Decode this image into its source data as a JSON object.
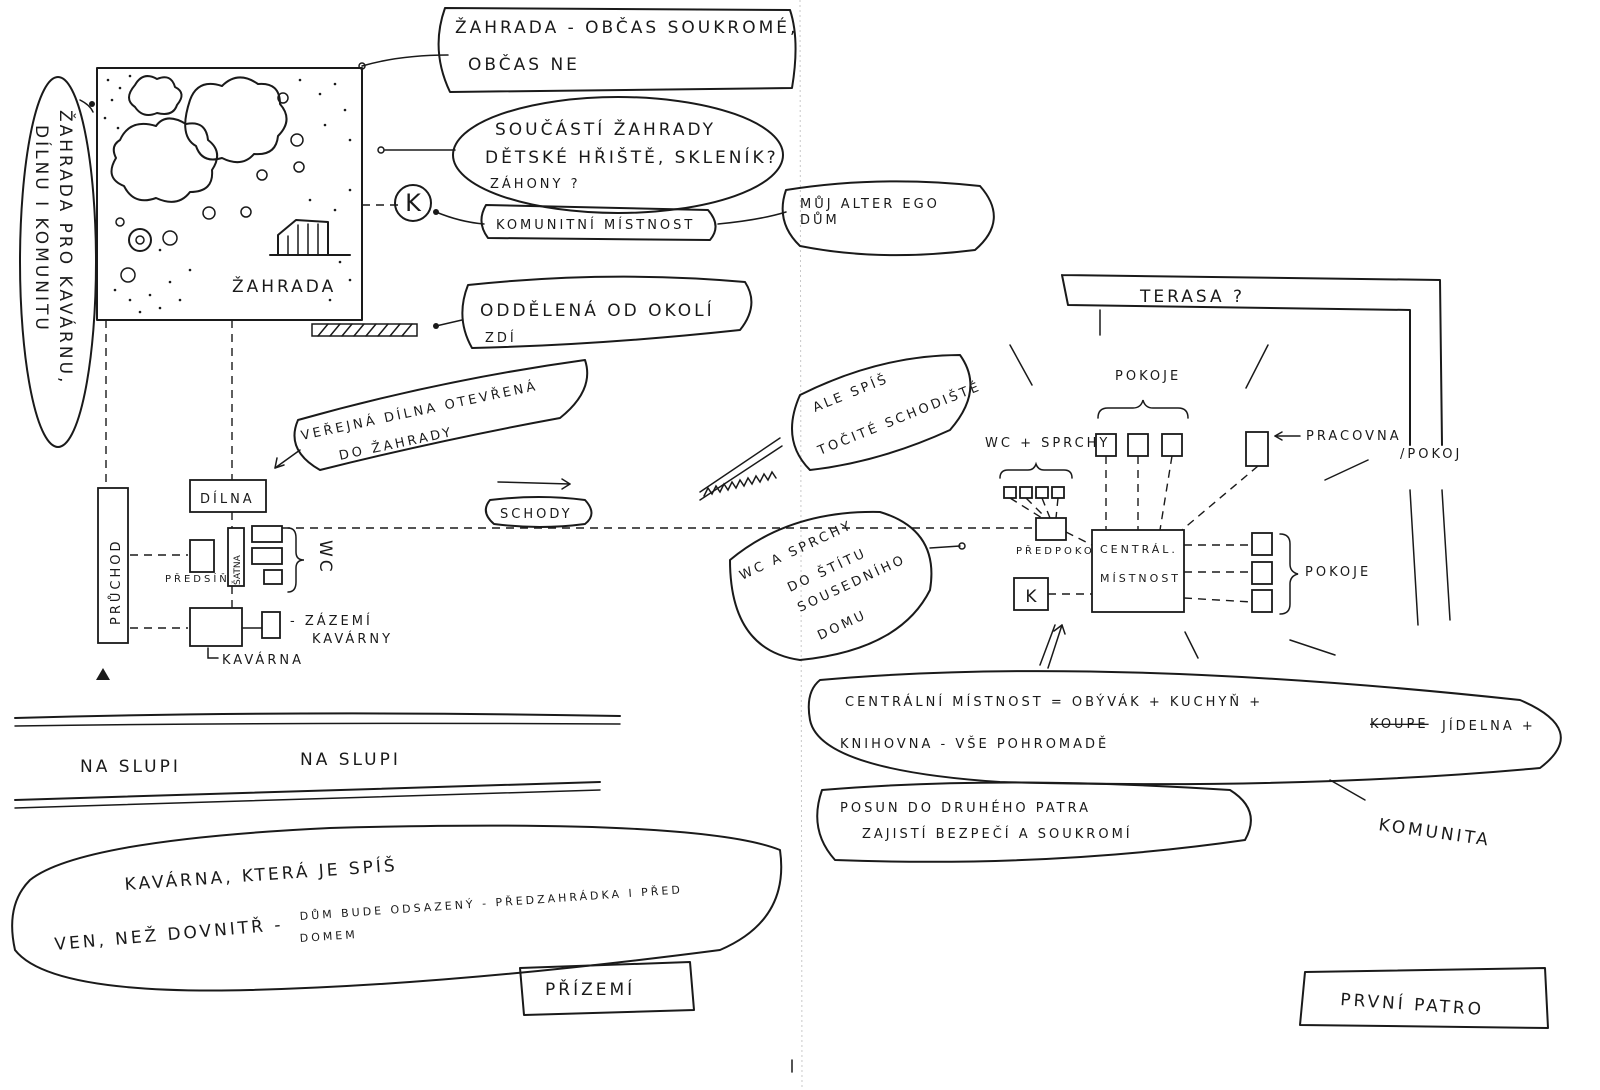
{
  "ground_floor": {
    "sheet_label": "PŘÍZEMÍ",
    "garden": {
      "label": "ŽAHRADA",
      "note": {
        "line1": "ŽAHRADA - OBČAS SOUKROMÉ,",
        "line2": "OBČAS NE"
      },
      "parts_note": {
        "line1": "SOUČÁSTÍ ŽAHRADY",
        "line2": "DĚTSKÉ HŘIŠTĚ, SKLENÍK?",
        "line3": "ZÁHONY ?"
      },
      "side_note": {
        "line1": "ŽAHRADA PRO KAVÁRNU,",
        "line2": "DÍLNU I KOMUNITU"
      },
      "wall_note": {
        "line1": "ODDĚLENÁ OD OKOLÍ",
        "line2": "ZDÍ"
      }
    },
    "community": {
      "symbol": "K",
      "room_note": "KOMUNITNÍ MÍSTNOST",
      "alter_ego_note": {
        "line1": "MŮJ ALTER EGO",
        "line2": "DŮM"
      }
    },
    "workshop": {
      "label": "DÍLNA",
      "note": {
        "line1": "VEŘEJNÁ DÍLNA OTEVŘENÁ",
        "line2": "DO ŽAHRADY"
      }
    },
    "passage": "PRŮCHOD",
    "foyer": "PŘEDSÍŇ",
    "dressing": "ŠATNA",
    "wc": "WC",
    "cafe": "KAVÁRNA",
    "cafe_backroom": {
      "line1": "- ZÁZEMÍ",
      "line2": "KAVÁRNY"
    },
    "stairs": "SCHODY",
    "stairs_note": {
      "line1": "ALE SPÍŠ",
      "line2": "TOČITÉ SCHODIŠTĚ"
    },
    "pillars": {
      "left": "NA SLUPI",
      "right": "NA SLUPI"
    },
    "cafe_note": {
      "line1": "KAVÁRNA, KTERÁ JE SPÍŠ",
      "line2": "VEN, NEŽ DOVNITŘ -",
      "line3": "DŮM BUDE ODSAZENÝ - PŘEDZAHRÁDKA I PŘED",
      "line4": "DOMEM"
    }
  },
  "first_floor": {
    "sheet_label": "PRVNÍ PATRO",
    "terrace": "TERASA ?",
    "rooms_top": "POKOJE",
    "rooms_right": "POKOJE",
    "wc_showers": "WC + SPRCHY",
    "study": "PRACOVNA",
    "study_alt": "/POKOJ",
    "vestibule": "PŘEDPOKOJ",
    "central": {
      "line1": "CENTRÁL.",
      "line2": "MÍSTNOST"
    },
    "community_symbol": "K",
    "showers_note": {
      "line1": "WC A SPRCHY",
      "line2": "DO ŠTÍTU",
      "line3": "SOUSEDNÍHO",
      "line4": "DOMU"
    },
    "central_note": {
      "line1": "CENTRÁLNÍ MÍSTNOST = OBÝVÁK + KUCHYŇ +",
      "struck": "KOUPE",
      "line1_end": "JÍDELNA +",
      "line2": "KNIHOVNA - VŠE POHROMADĚ"
    },
    "privacy_note": {
      "line1": "POSUN DO DRUHÉHO PATRA",
      "line2": "ZAJISTÍ BEZPEČÍ A SOUKROMÍ"
    },
    "community_word": "KOMUNITA"
  }
}
